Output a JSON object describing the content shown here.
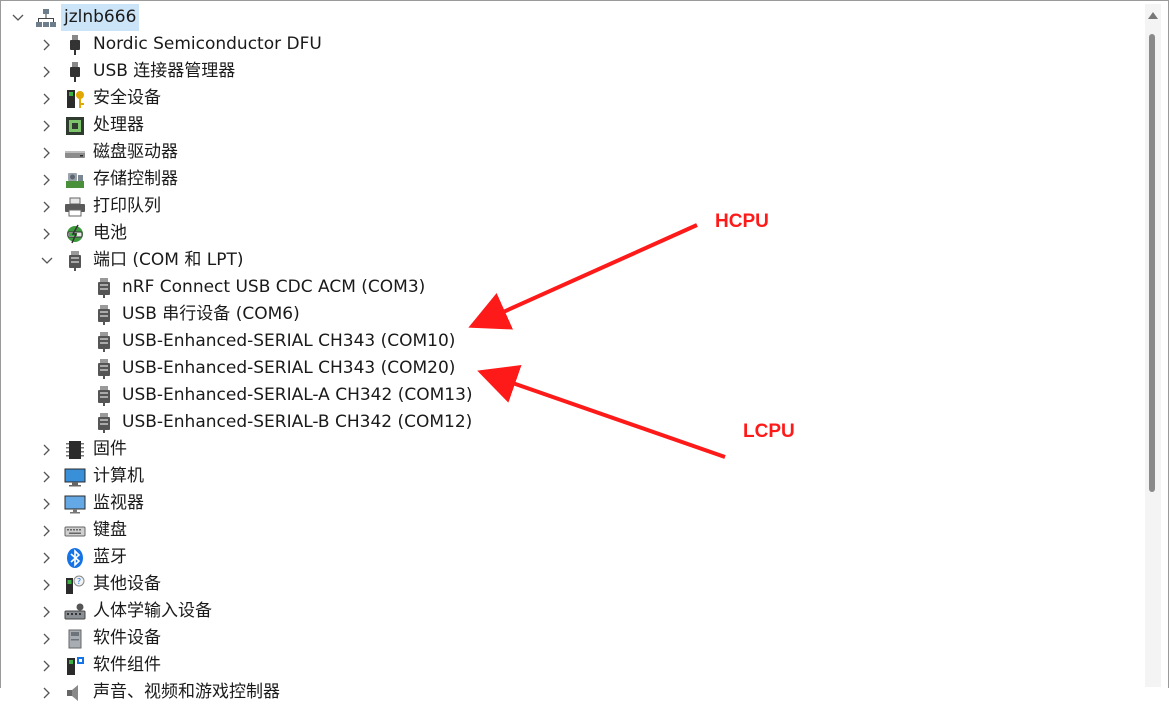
{
  "tree": {
    "root": {
      "label": "jzlnb666",
      "icon": "computer-network-icon",
      "expanded": true
    },
    "items": [
      {
        "label": "Nordic Semiconductor DFU",
        "icon": "usb-plug-icon",
        "level": 1,
        "chevron": "right"
      },
      {
        "label": "USB 连接器管理器",
        "icon": "usb-plug-icon",
        "level": 1,
        "chevron": "right"
      },
      {
        "label": "安全设备",
        "icon": "security-key-icon",
        "level": 1,
        "chevron": "right"
      },
      {
        "label": "处理器",
        "icon": "processor-chip-icon",
        "level": 1,
        "chevron": "right"
      },
      {
        "label": "磁盘驱动器",
        "icon": "disk-drive-icon",
        "level": 1,
        "chevron": "right"
      },
      {
        "label": "存储控制器",
        "icon": "storage-controller-icon",
        "level": 1,
        "chevron": "right"
      },
      {
        "label": "打印队列",
        "icon": "printer-icon",
        "level": 1,
        "chevron": "right"
      },
      {
        "label": "电池",
        "icon": "battery-icon",
        "level": 1,
        "chevron": "right"
      },
      {
        "label": "端口 (COM 和 LPT)",
        "icon": "port-connector-icon",
        "level": 1,
        "chevron": "down"
      },
      {
        "label": "nRF Connect USB CDC ACM (COM3)",
        "icon": "port-connector-icon",
        "level": 2,
        "chevron": "none"
      },
      {
        "label": "USB 串行设备 (COM6)",
        "icon": "port-connector-icon",
        "level": 2,
        "chevron": "none"
      },
      {
        "label": "USB-Enhanced-SERIAL CH343 (COM10)",
        "icon": "port-connector-icon",
        "level": 2,
        "chevron": "none"
      },
      {
        "label": "USB-Enhanced-SERIAL CH343 (COM20)",
        "icon": "port-connector-icon",
        "level": 2,
        "chevron": "none"
      },
      {
        "label": "USB-Enhanced-SERIAL-A CH342 (COM13)",
        "icon": "port-connector-icon",
        "level": 2,
        "chevron": "none"
      },
      {
        "label": "USB-Enhanced-SERIAL-B CH342 (COM12)",
        "icon": "port-connector-icon",
        "level": 2,
        "chevron": "none"
      },
      {
        "label": "固件",
        "icon": "firmware-chip-icon",
        "level": 1,
        "chevron": "right"
      },
      {
        "label": "计算机",
        "icon": "computer-monitor-icon",
        "level": 1,
        "chevron": "right"
      },
      {
        "label": "监视器",
        "icon": "monitor-icon",
        "level": 1,
        "chevron": "right"
      },
      {
        "label": "键盘",
        "icon": "keyboard-icon",
        "level": 1,
        "chevron": "right"
      },
      {
        "label": "蓝牙",
        "icon": "bluetooth-icon",
        "level": 1,
        "chevron": "right"
      },
      {
        "label": "其他设备",
        "icon": "unknown-device-icon",
        "level": 1,
        "chevron": "right"
      },
      {
        "label": "人体学输入设备",
        "icon": "hid-device-icon",
        "level": 1,
        "chevron": "right"
      },
      {
        "label": "软件设备",
        "icon": "software-device-icon",
        "level": 1,
        "chevron": "right"
      },
      {
        "label": "软件组件",
        "icon": "software-component-icon",
        "level": 1,
        "chevron": "right"
      },
      {
        "label": "声音、视频和游戏控制器",
        "icon": "speaker-icon",
        "level": 1,
        "chevron": "right"
      }
    ]
  },
  "annotations": {
    "hcpu": "HCPU",
    "lcpu": "LCPU",
    "color": "#ff1a1a"
  },
  "colors": {
    "selection": "#cce4f7",
    "bluetooth": "#1673e6",
    "monitor": "#3a8fd9"
  }
}
